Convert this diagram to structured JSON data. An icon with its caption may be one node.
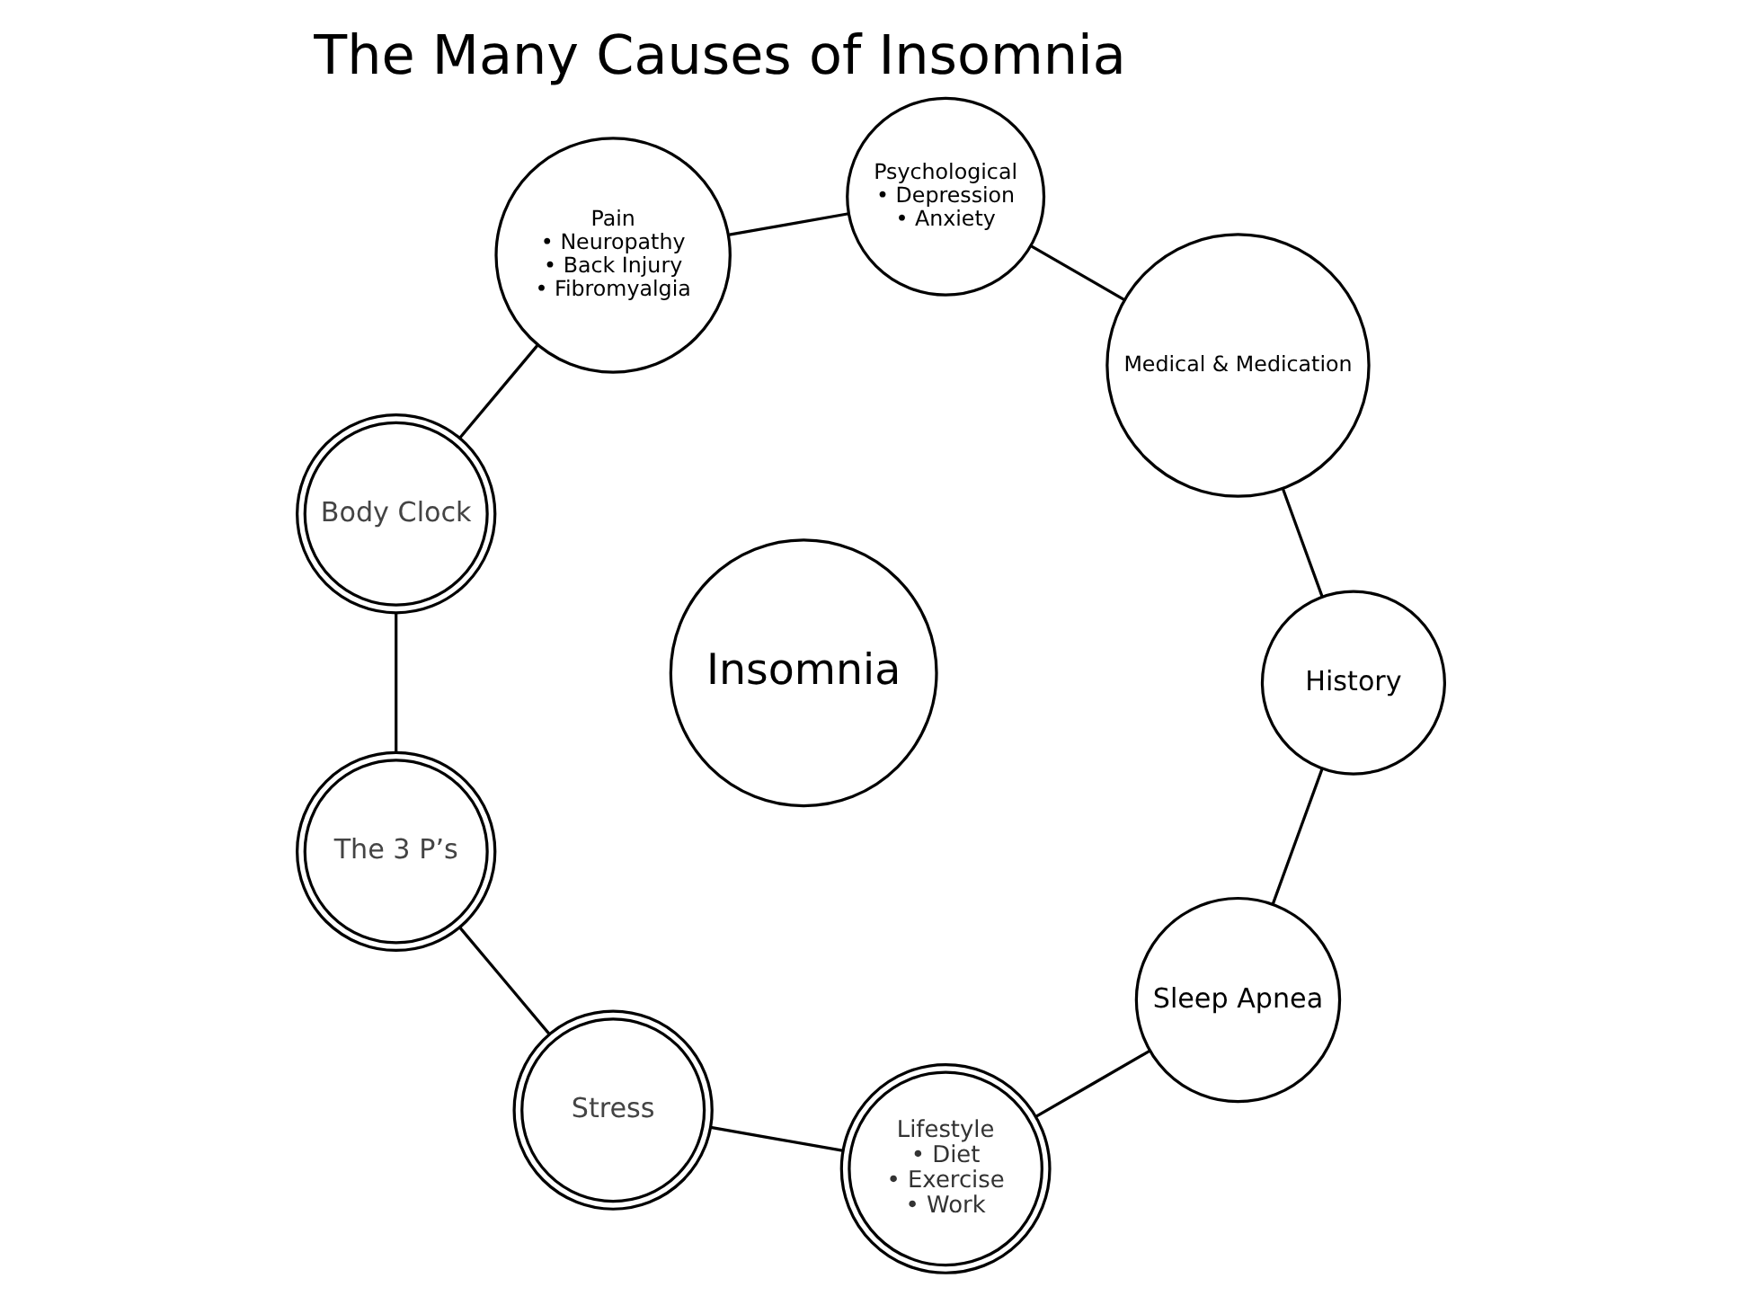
{
  "diagram": {
    "title": "The Many Causes of Insomnia",
    "nodes": [
      {
        "text": [
          "Sleep Apnea"
        ]
      },
      {
        "text": [
          "History"
        ]
      },
      {
        "text": [
          "Lifestyle",
          "• Diet",
          "• Exercise",
          "• Work"
        ]
      },
      {
        "text": [
          "Medical & Medication"
        ]
      },
      {
        "text": [
          "Stress"
        ]
      },
      {
        "text": [
          "Insomnia"
        ]
      },
      {
        "text": [
          "The 3 P’s"
        ]
      },
      {
        "text": [
          "Psychological",
          "• Depression",
          "• Anxiety"
        ]
      },
      {
        "text": [
          "Body Clock"
        ]
      },
      {
        "text": [
          "Pain",
          "• Neuropathy",
          "• Back Injury",
          "• Fibromyalgia"
        ]
      }
    ],
    "edges": [
      {
        "from": 0,
        "to": 2,
        "arrow": "none"
      },
      {
        "from": 2,
        "to": 4,
        "arrow": "none"
      },
      {
        "from": 4,
        "to": 6,
        "arrow": "none"
      },
      {
        "from": 6,
        "to": 8,
        "arrow": "none"
      },
      {
        "from": 8,
        "to": 9,
        "arrow": "none"
      },
      {
        "from": 9,
        "to": 7,
        "arrow": "none"
      },
      {
        "from": 7,
        "to": 3,
        "arrow": "none"
      },
      {
        "from": 3,
        "to": 1,
        "arrow": "none"
      },
      {
        "from": 1,
        "to": 0,
        "arrow": "none"
      }
    ]
  }
}
